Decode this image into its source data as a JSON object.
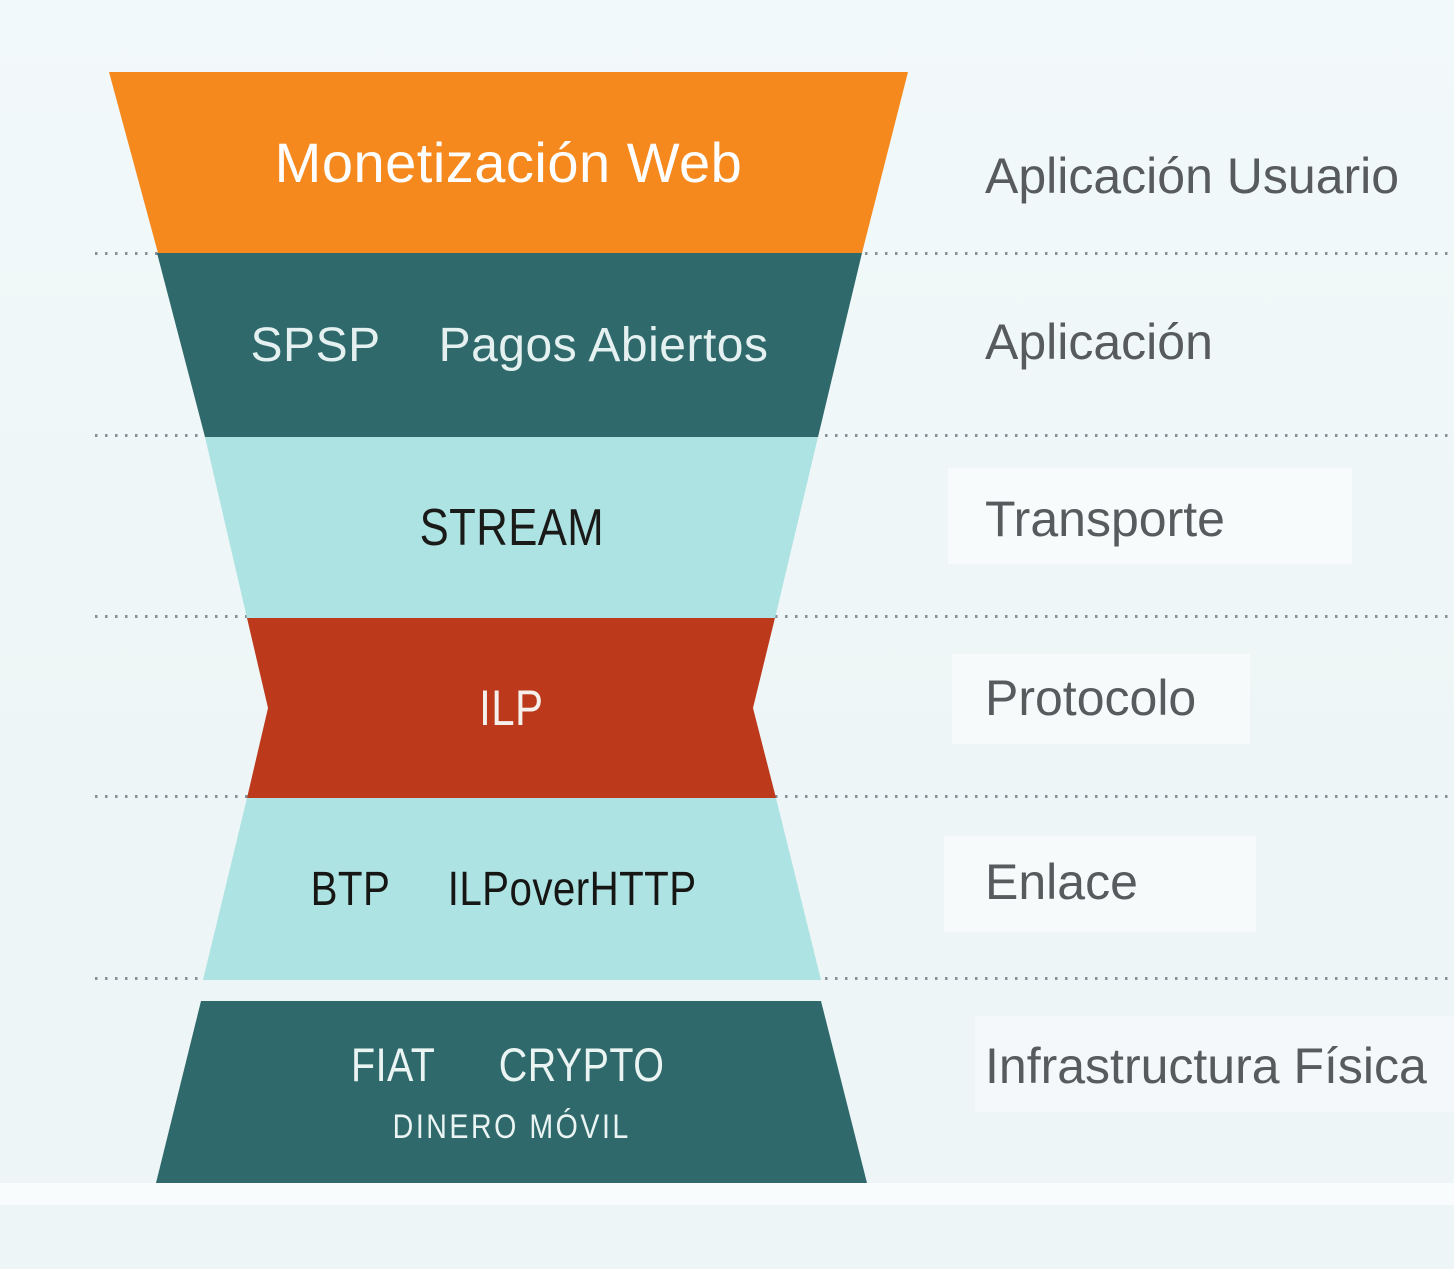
{
  "layers": [
    {
      "name": "monetizacion-web",
      "label": "Monetización Web",
      "right_label": "Aplicación Usuario",
      "color": "#F6891E",
      "text_color": "#FEFEFE"
    },
    {
      "name": "spsp-pagos-abiertos",
      "labels": [
        "SPSP",
        "Pagos Abiertos"
      ],
      "right_label": "Aplicación",
      "color": "#2F696B",
      "text_color": "#E4F1F0"
    },
    {
      "name": "stream",
      "label": "STREAM",
      "right_label": "Transporte",
      "color": "#ADE3E2",
      "text_color": "#1A1A18"
    },
    {
      "name": "ilp",
      "label": "ILP",
      "right_label": "Protocolo",
      "color": "#BC3A1B",
      "text_color": "#F5F0EC"
    },
    {
      "name": "btp-ilp-over-http",
      "labels": [
        "BTP",
        "ILPoverHTTP"
      ],
      "right_label": "Enlace",
      "color": "#ADE3E2",
      "text_color": "#161614"
    },
    {
      "name": "infraestructura",
      "labels": [
        "FIAT",
        "CRYPTO"
      ],
      "sub_label": "DINERO MÓVIL",
      "right_label": "Infrastructura Física",
      "color": "#2F696B",
      "text_color": "#EAF4F3"
    }
  ],
  "colors": {
    "background": "#EEF6F7",
    "separator_dots": "#879094",
    "right_label_text": "#575B5E"
  }
}
